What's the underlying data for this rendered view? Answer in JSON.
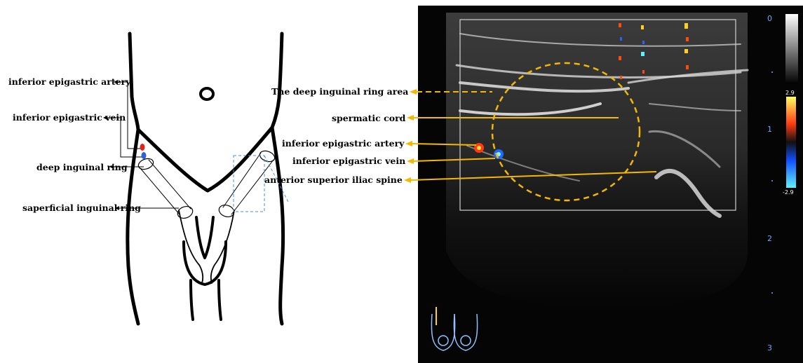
{
  "left_labels": {
    "inferior_epigastric_artery": "inferior epigastric artery",
    "inferior_epigastric_vein": "inferior epigastric vein",
    "deep_inguinal_ring": "deep inguinal ring",
    "superficial_inguinal_ring": "saperficial inguinal ring"
  },
  "center_labels": {
    "deep_ring_area": "The deep inguinal ring area",
    "spermatic_cord": "spermatic cord",
    "inferior_epigastric_artery": "inferior epigastric artery",
    "inferior_epigastric_vein": "inferior epigastric vein",
    "asis": "anterior superior iliac spine"
  },
  "depth_scale": [
    "0",
    "1",
    "2",
    "3"
  ],
  "color_scale": {
    "top": "2.9",
    "bottom": "-2.9"
  },
  "colors": {
    "arrow_orange": "#f5b800",
    "artery_red": "#e0241b",
    "vein_blue": "#2b62d9",
    "guide_blue": "#4a90d9",
    "scale_blue": "#6fa8ff"
  }
}
